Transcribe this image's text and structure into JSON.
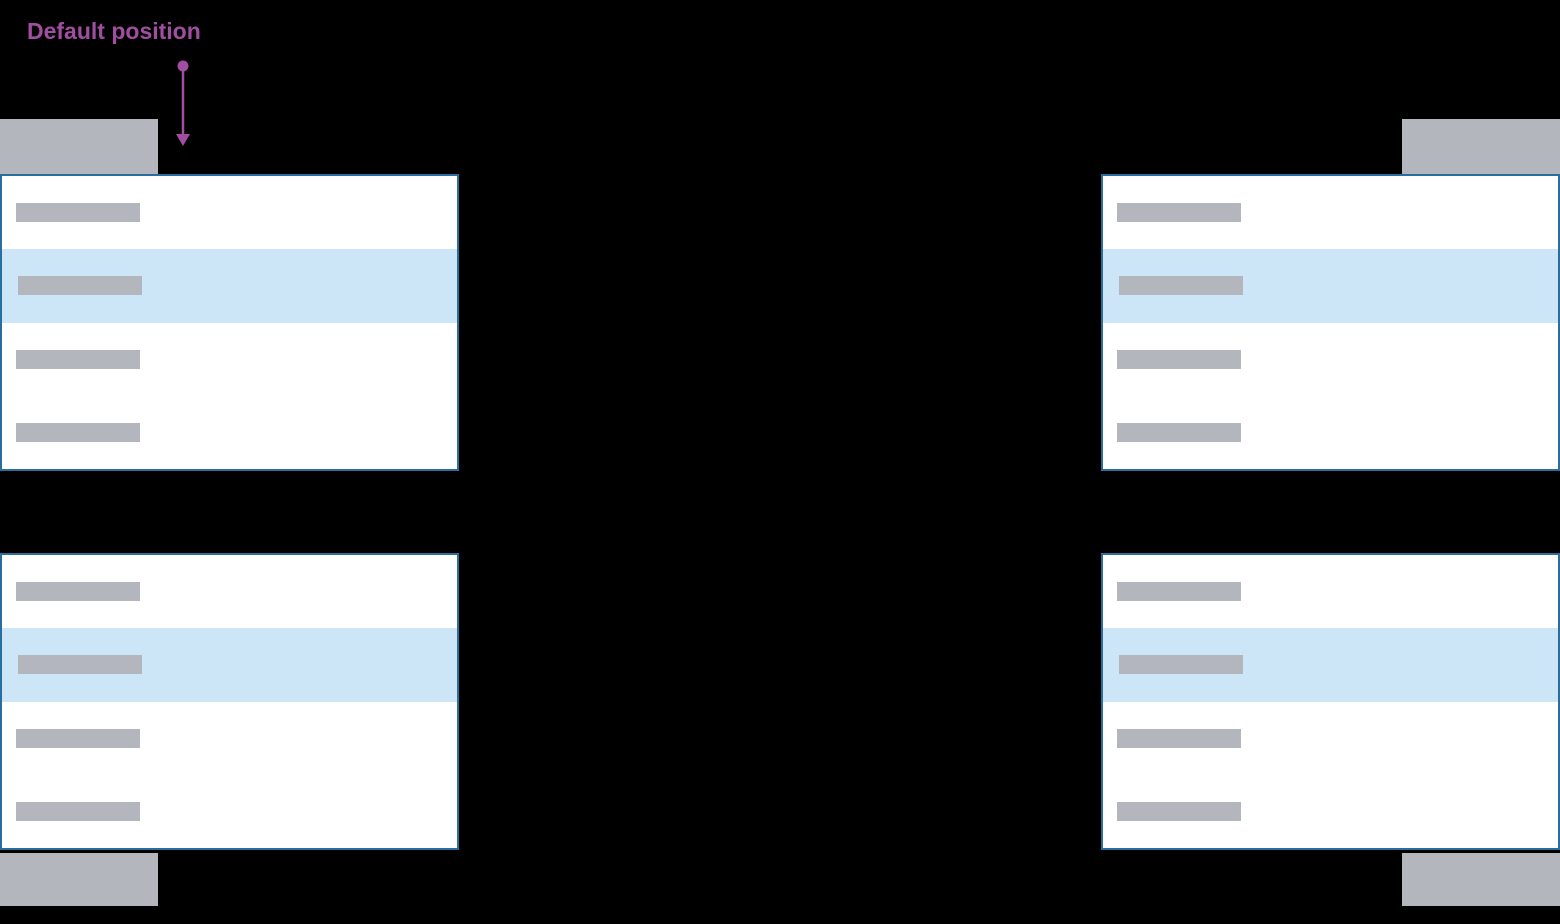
{
  "annotation": {
    "label": "Default position",
    "arrow_icon": "down-arrow-icon"
  },
  "colors": {
    "background": "#000000",
    "panel_bg": "#ffffff",
    "panel_border": "#296e9e",
    "highlight_bg": "#cde6f7",
    "placeholder_gray": "#b3b6bd",
    "annotation_purple": "#a04da2"
  },
  "dropdowns": [
    {
      "id": "top-left",
      "direction": "down",
      "align": "left",
      "item_count": 4,
      "highlighted_item": 2
    },
    {
      "id": "top-right",
      "direction": "down",
      "align": "right",
      "item_count": 4,
      "highlighted_item": 2
    },
    {
      "id": "bottom-left",
      "direction": "up",
      "align": "left",
      "item_count": 4,
      "highlighted_item": 2
    },
    {
      "id": "bottom-right",
      "direction": "up",
      "align": "right",
      "item_count": 4,
      "highlighted_item": 2
    }
  ]
}
